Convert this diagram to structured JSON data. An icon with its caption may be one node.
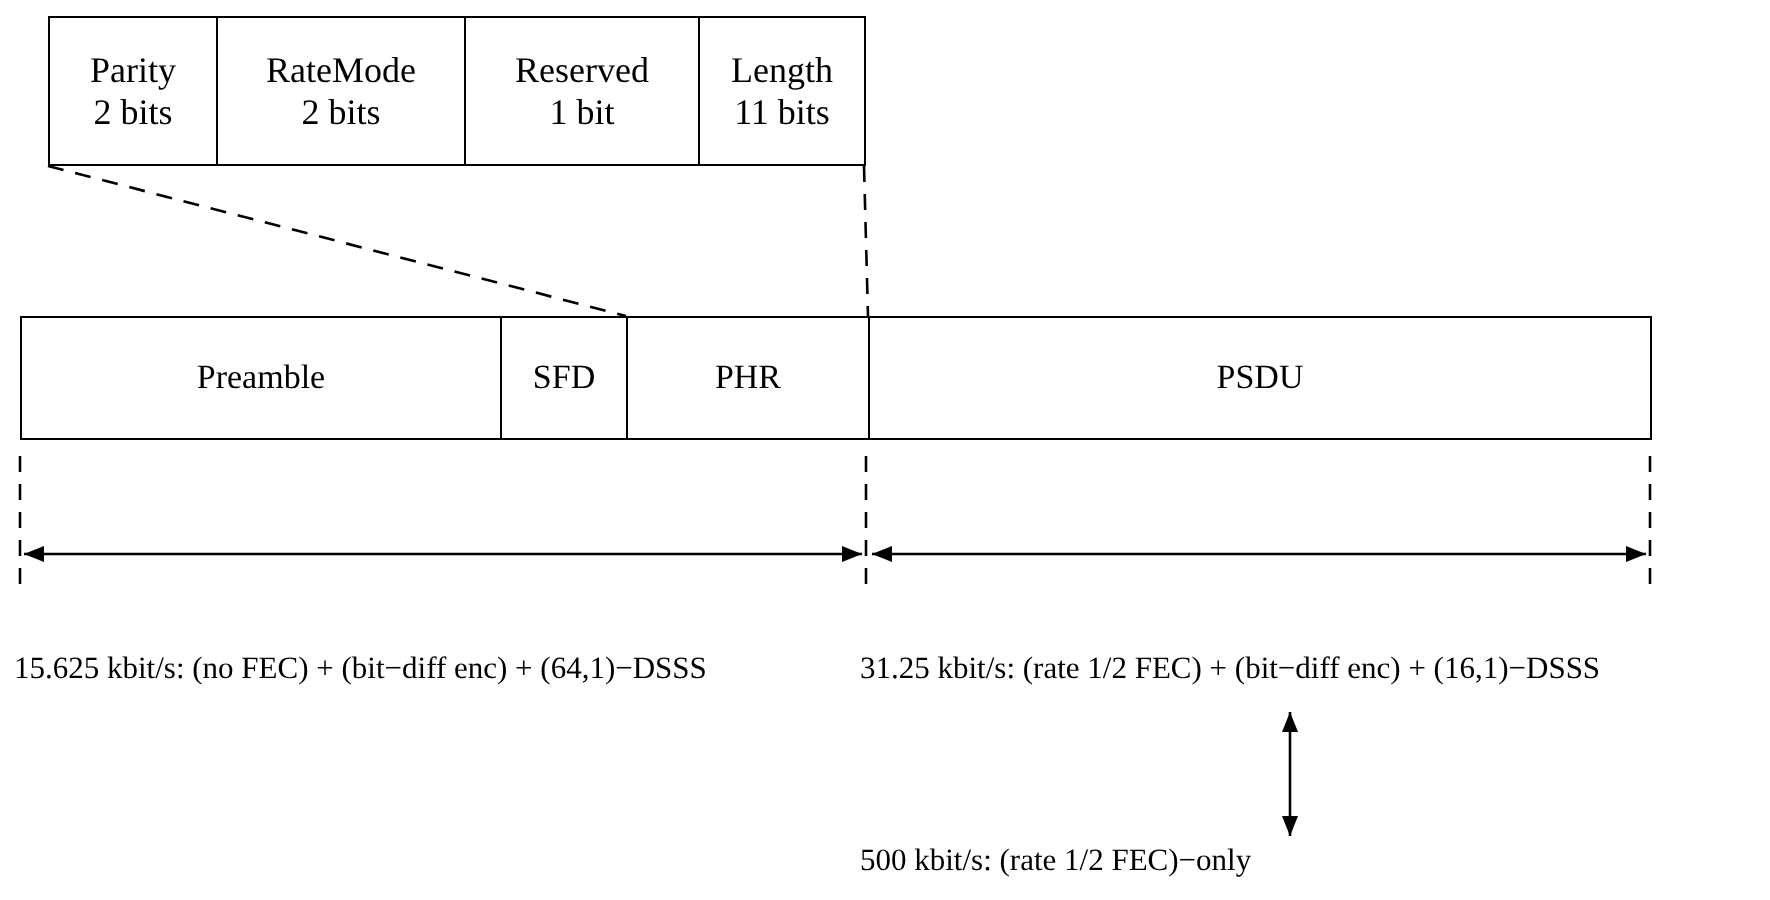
{
  "diagram": {
    "nodes": [
      {
        "text": [
          "Parity",
          "2 bits"
        ]
      },
      {
        "text": [
          "RateMode",
          "2 bits"
        ]
      },
      {
        "text": [
          "Reserved",
          "1 bit"
        ]
      },
      {
        "text": [
          "Length",
          "11 bits"
        ]
      },
      {
        "text": [
          "Preamble"
        ]
      },
      {
        "text": [
          "SFD"
        ]
      },
      {
        "text": [
          "PHR"
        ]
      },
      {
        "text": [
          "PSDU"
        ]
      },
      {
        "text": [
          "31.25 kbit/s: (rate 1/2 FEC) + (bit−diff enc) + (16,1)−DSSS"
        ]
      },
      {
        "text": [
          "500 kbit/s: (rate 1/2 FEC)−only"
        ]
      }
    ],
    "edges": [
      {
        "from": 0,
        "to": 6,
        "arrow": "none",
        "style": "dashed"
      },
      {
        "from": 3,
        "to": 6,
        "arrow": "none",
        "style": "dashed"
      },
      {
        "from": 8,
        "to": 9,
        "arrow": "both"
      }
    ],
    "labels": [
      "15.625 kbit/s: (no FEC) + (bit−diff enc) + (64,1)−DSSS"
    ]
  }
}
